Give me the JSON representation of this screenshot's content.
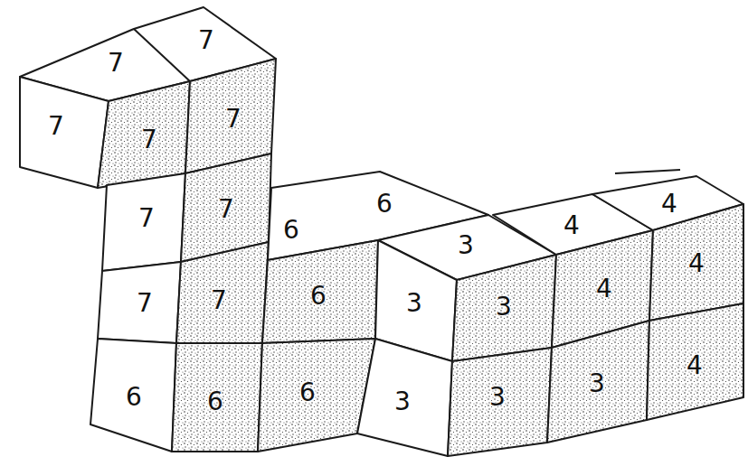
{
  "diagram": {
    "labels": [
      "7",
      "7",
      "7",
      "7",
      "7",
      "7",
      "7",
      "6",
      "6",
      "3",
      "4",
      "4",
      "7",
      "7",
      "6",
      "3",
      "3",
      "4",
      "4",
      "6",
      "6",
      "6",
      "3",
      "3",
      "3",
      "4"
    ]
  }
}
